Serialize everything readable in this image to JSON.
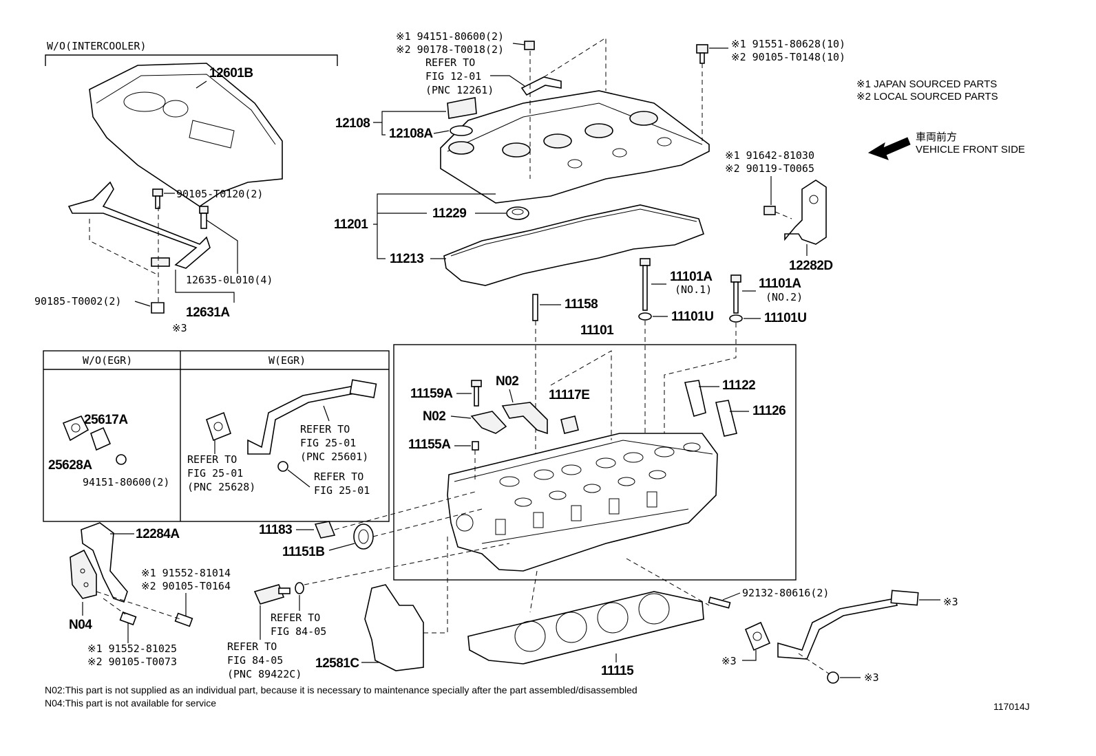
{
  "sections": {
    "wo_intercooler": "W/O(INTERCOOLER)",
    "wo_egr": "W/O(EGR)",
    "w_egr": "W(EGR)",
    "ref3_top": "※3"
  },
  "legend": {
    "japan": "※1 JAPAN SOURCED PARTS",
    "local": "※2 LOCAL SOURCED PARTS",
    "front_jp": "車両前方",
    "front_en": "VEHICLE FRONT SIDE"
  },
  "parts": {
    "p12601B": "12601B",
    "p90105_T0120": "90105-T0120(2)",
    "p12635": "12635-0L010(4)",
    "p90185": "90185-T0002(2)",
    "p12631A": "12631A",
    "p194151": "※1 94151-80600(2)",
    "p290178": "※2 90178-T0018(2)",
    "ref_fig12_a": "REFER TO",
    "ref_fig12_b": "FIG 12-01",
    "ref_fig12_c": "(PNC 12261)",
    "p191551": "※1 91551-80628(10)",
    "p290105_T0148": "※2 90105-T0148(10)",
    "p12108": "12108",
    "p12108A": "12108A",
    "p11201": "11201",
    "p11229": "11229",
    "p11213": "11213",
    "p191642": "※1 91642-81030",
    "p290119": "※2 90119-T0065",
    "p12282D": "12282D",
    "p11101A_1": "11101A",
    "no1": "(NO.1)",
    "p11101A_2": "11101A",
    "no2": "(NO.2)",
    "p11158": "11158",
    "p11101U_1": "11101U",
    "p11101U_2": "11101U",
    "p11101": "11101",
    "p11159A": "11159A",
    "n02_a": "N02",
    "n02_b": "N02",
    "p11117E": "11117E",
    "p11122": "11122",
    "p11126": "11126",
    "p11155A": "11155A",
    "p25617A": "25617A",
    "p25628A": "25628A",
    "p94151": "94151-80600(2)",
    "ref_25_1a": "REFER TO",
    "ref_25_1b": "FIG 25-01",
    "ref_25_1c": "(PNC 25601)",
    "ref_25_2a": "REFER TO",
    "ref_25_2b": "FIG 25-01",
    "ref_25_2c": "(PNC 25628)",
    "ref_25_3a": "REFER TO",
    "ref_25_3b": "FIG 25-01",
    "p12284A": "12284A",
    "p191552_81014": "※1 91552-81014",
    "p290105_T0164": "※2 90105-T0164",
    "n04": "N04",
    "p191552_81025": "※1 91552-81025",
    "p290105_T0073": "※2 90105-T0073",
    "p11183": "11183",
    "p11151B": "11151B",
    "ref_84_1a": "REFER TO",
    "ref_84_1b": "FIG 84-05",
    "ref_84_2a": "REFER TO",
    "ref_84_2b": "FIG 84-05",
    "ref_84_2c": "(PNC 89422C)",
    "p12581C": "12581C",
    "p11115": "11115",
    "p92132": "92132-80616(2)",
    "ref3_a": "※3",
    "ref3_b": "※3",
    "ref3_c": "※3"
  },
  "notes": {
    "n02": "N02:This part is not supplied as an individual part, because it is necessary to maintenance specially after the part assembled/disassembled",
    "n04": "N04:This part is not available for service",
    "code": "117014J"
  }
}
